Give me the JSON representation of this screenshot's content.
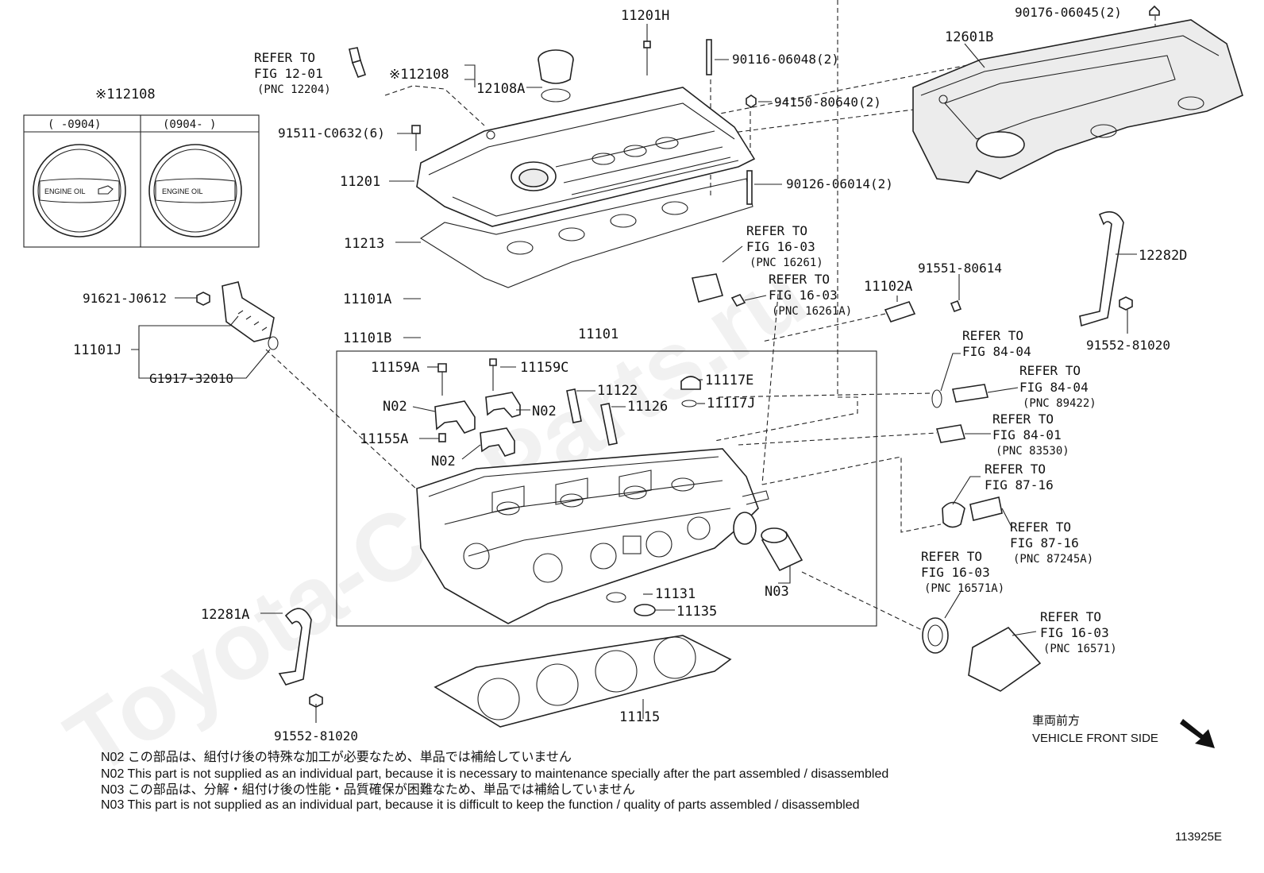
{
  "diagram_code": "113925E",
  "inset": {
    "title": "※112108",
    "col_left": "(    -0904)",
    "col_right": "(0904-    )",
    "cap_text": "ENGINE OIL"
  },
  "labels": {
    "p11201H": "11201H",
    "p90116": "90116-06048(2)",
    "p90176": "90176-06045(2)",
    "p12601B": "12601B",
    "p94150": "94150-80640(2)",
    "p90126": "90126-06014(2)",
    "p12108m": "※112108",
    "p12108A": "12108A",
    "p91511": "91511-C0632(6)",
    "p11201": "11201",
    "p11213": "11213",
    "p11101A": "11101A",
    "p11101B": "11101B",
    "p91621": "91621-J0612",
    "p11101J": "11101J",
    "pG1917": "G1917-32010",
    "p11101": "11101",
    "p11159A": "11159A",
    "p11159C": "11159C",
    "p11122": "11122",
    "p11126": "11126",
    "p11117E": "11117E",
    "p11117J": "11117J",
    "p11155A": "11155A",
    "pN02a": "N02",
    "pN02b": "N02",
    "pN02c": "N02",
    "pN03": "N03",
    "p11131": "11131",
    "p11135": "11135",
    "p11115": "11115",
    "p12281A": "12281A",
    "p91552a": "91552-81020",
    "p91552b": "91552-81020",
    "p12282D": "12282D",
    "p11102A": "11102A",
    "p91551": "91551-80614"
  },
  "refs": {
    "r1201": {
      "l1": "REFER TO",
      "l2": "FIG 12-01",
      "l3": "(PNC 12204)"
    },
    "r1603a": {
      "l1": "REFER TO",
      "l2": "FIG 16-03",
      "l3": "(PNC 16261)"
    },
    "r1603b": {
      "l1": "REFER TO",
      "l2": "FIG 16-03",
      "l3": "(PNC 16261A)"
    },
    "r8404a": {
      "l1": "REFER TO",
      "l2": "FIG 84-04"
    },
    "r8404b": {
      "l1": "REFER TO",
      "l2": "FIG 84-04",
      "l3": "(PNC 89422)"
    },
    "r8401": {
      "l1": "REFER TO",
      "l2": "FIG 84-01",
      "l3": "(PNC 83530)"
    },
    "r8716a": {
      "l1": "REFER TO",
      "l2": "FIG 87-16"
    },
    "r8716b": {
      "l1": "REFER TO",
      "l2": "FIG 87-16",
      "l3": "(PNC 87245A)"
    },
    "r1603c": {
      "l1": "REFER TO",
      "l2": "FIG 16-03",
      "l3": "(PNC 16571A)"
    },
    "r1603d": {
      "l1": "REFER TO",
      "l2": "FIG 16-03",
      "l3": "(PNC 16571)"
    }
  },
  "direction": {
    "jp": "車両前方",
    "en": "VEHICLE FRONT SIDE"
  },
  "notes": [
    "N02  この部品は、組付け後の特殊な加工が必要なため、単品では補給していません",
    "N02 This part is not supplied as an individual part, because it is necessary to maintenance specially after the part assembled / disassembled",
    "N03  この部品は、分解・組付け後の性能・品質確保が困難なため、単品では補給していません",
    "N03 This part is not supplied as an individual part, because it is difficult to keep the function / quality of parts  assembled / disassembled"
  ],
  "watermark": "Toyota-CarParts.ru"
}
